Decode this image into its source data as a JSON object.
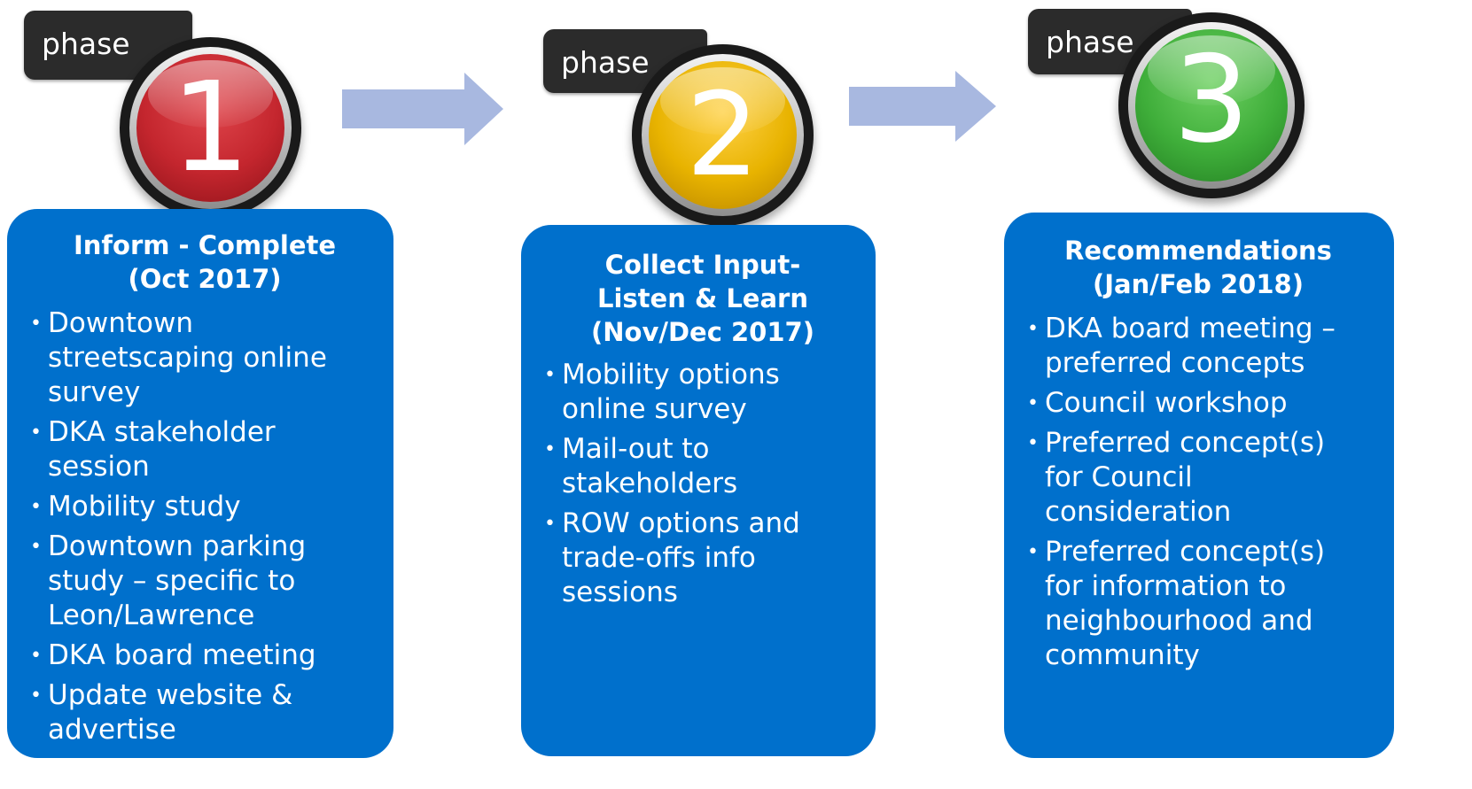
{
  "colors": {
    "card": "#0070cc",
    "arrow": "#a8b8e0",
    "tag": "#2b2b2b",
    "phase1": "#c4262e",
    "phase2": "#e0a800",
    "phase3": "#3fae3a"
  },
  "phases": [
    {
      "tag": "phase",
      "number": "1",
      "title_lines": [
        "Inform - Complete",
        "(Oct 2017)"
      ],
      "bullets": [
        "Downtown streetscaping online survey",
        "DKA stakeholder session",
        "Mobility study",
        "Downtown parking study – specific to Leon/Lawrence",
        "DKA board meeting",
        "Update website & advertise"
      ]
    },
    {
      "tag": "phase",
      "number": "2",
      "title_lines": [
        "Collect Input-",
        "Listen & Learn",
        "(Nov/Dec 2017)"
      ],
      "bullets": [
        "Mobility options online survey",
        "Mail-out to stakeholders",
        "ROW options and trade-offs info sessions"
      ]
    },
    {
      "tag": "phase",
      "number": "3",
      "title_lines": [
        "Recommendations",
        "(Jan/Feb 2018)"
      ],
      "bullets": [
        "DKA board meeting – preferred concepts",
        "Council workshop",
        "Preferred concept(s) for Council consideration",
        "Preferred concept(s) for information to neighbourhood and community"
      ]
    }
  ]
}
